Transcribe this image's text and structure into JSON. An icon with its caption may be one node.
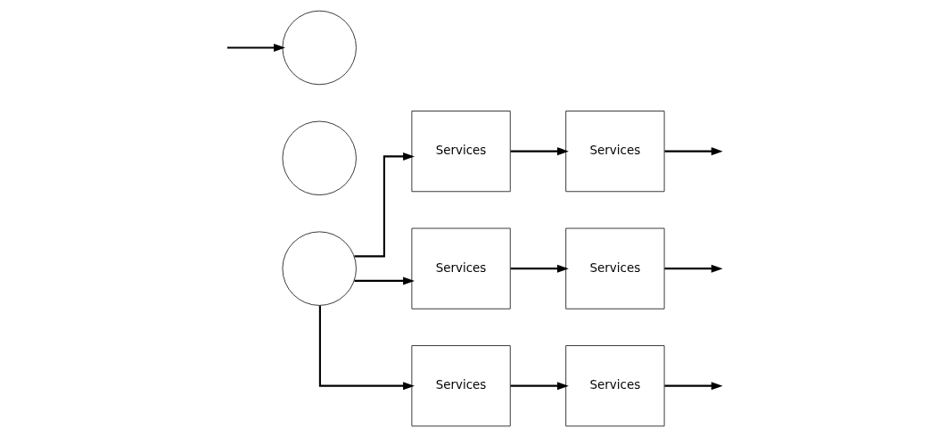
{
  "diagram": {
    "nodes": [
      {
        "text": [],
        "shape": "circle"
      },
      {
        "text": [],
        "shape": "circle"
      },
      {
        "text": [],
        "shape": "circle"
      },
      {
        "text": [
          "Services"
        ]
      },
      {
        "text": [
          "Services"
        ]
      },
      {
        "text": [
          "Services"
        ]
      },
      {
        "text": [
          "Services"
        ]
      },
      {
        "text": [
          "Services"
        ]
      },
      {
        "text": [
          "Services"
        ]
      }
    ],
    "edges": [
      {
        "from": null,
        "to": 0,
        "arrow": "to"
      },
      {
        "from": 2,
        "to": 3,
        "arrow": "to"
      },
      {
        "from": 2,
        "to": 5,
        "arrow": "to"
      },
      {
        "from": 2,
        "to": 7,
        "arrow": "to"
      },
      {
        "from": 3,
        "to": 4,
        "arrow": "to"
      },
      {
        "from": 5,
        "to": 6,
        "arrow": "to"
      },
      {
        "from": 7,
        "to": 8,
        "arrow": "to"
      },
      {
        "from": 4,
        "to": null,
        "arrow": "to"
      },
      {
        "from": 6,
        "to": null,
        "arrow": "to"
      },
      {
        "from": 8,
        "to": null,
        "arrow": "to"
      }
    ]
  }
}
